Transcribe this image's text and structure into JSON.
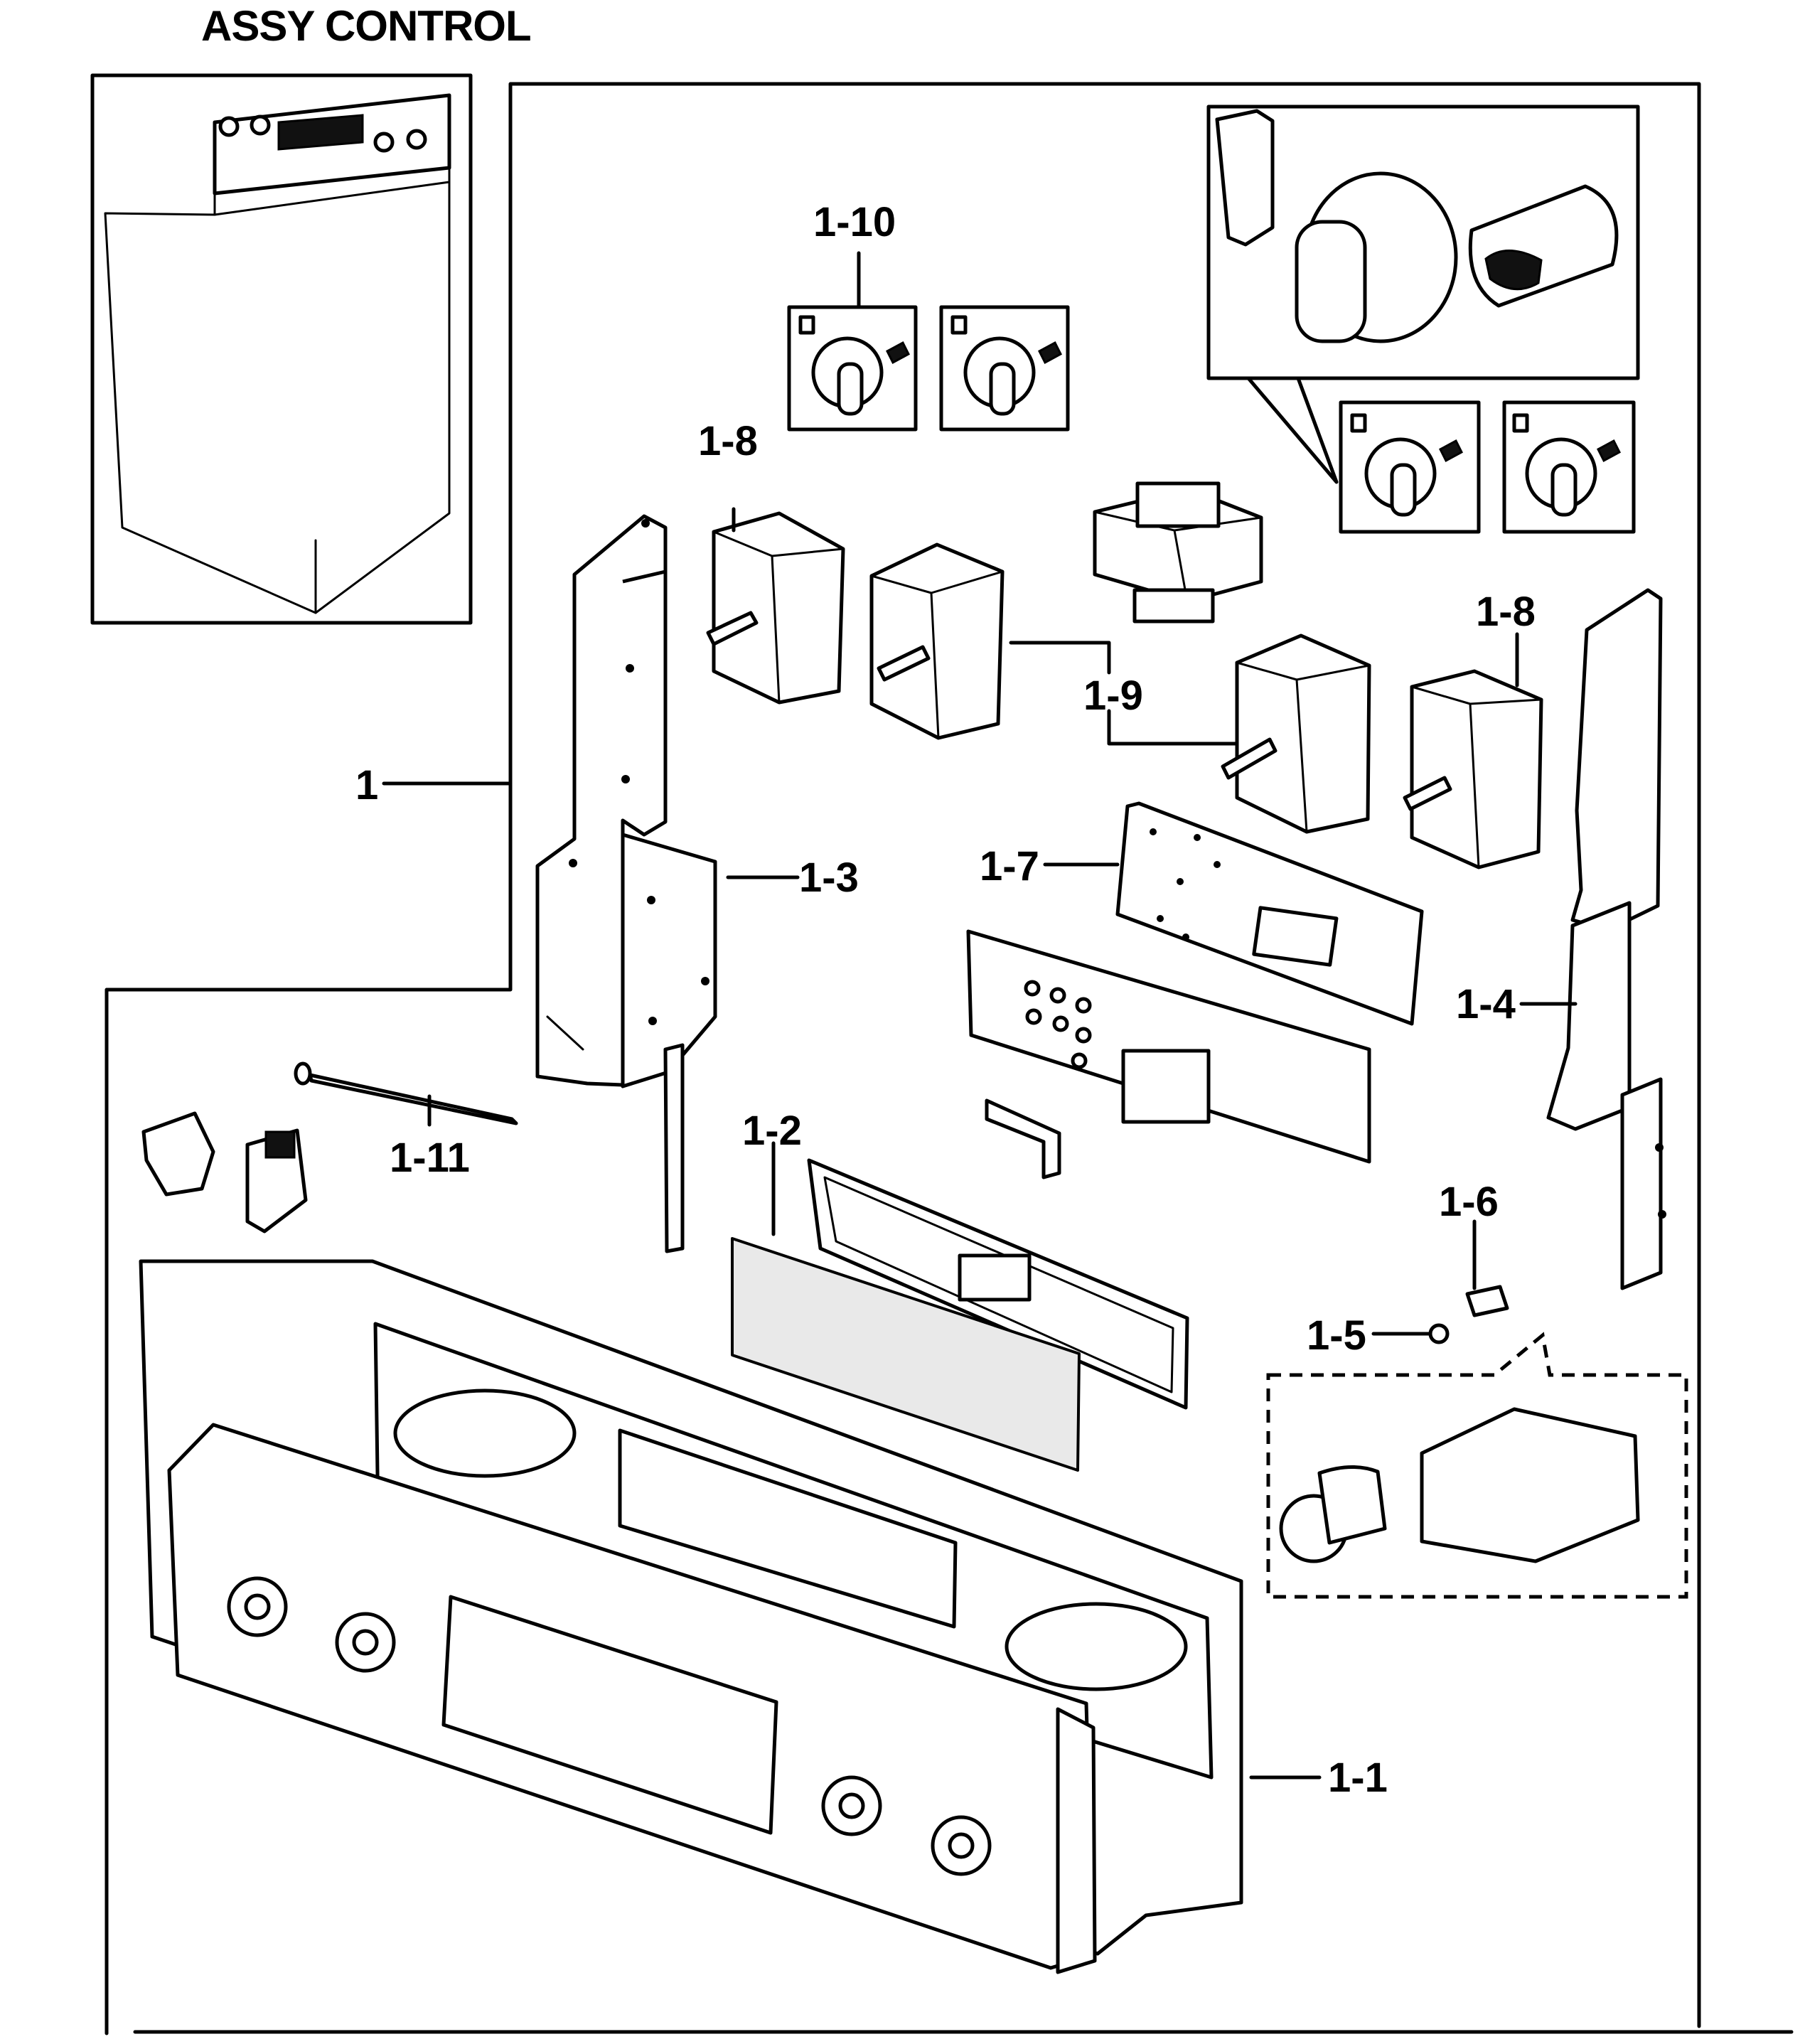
{
  "title": "ASSY CONTROL",
  "callouts": {
    "c1": "1",
    "c1_1": "1-1",
    "c1_2": "1-2",
    "c1_3": "1-3",
    "c1_4": "1-4",
    "c1_5": "1-5",
    "c1_6": "1-6",
    "c1_7": "1-7",
    "c1_8_left": "1-8",
    "c1_8_right": "1-8",
    "c1_9": "1-9",
    "c1_10": "1-10",
    "c1_11": "1-11"
  }
}
